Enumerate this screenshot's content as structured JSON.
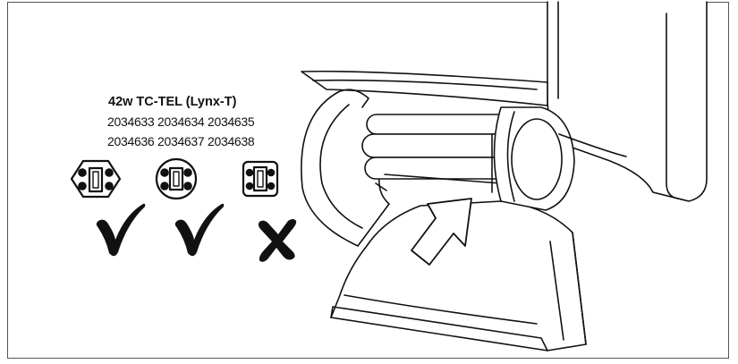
{
  "lamp": {
    "title": "42w TC-TEL (Lynx-T)",
    "part_numbers": [
      [
        "2034633",
        "2034634",
        "2034635"
      ],
      [
        "2034636",
        "2034637",
        "2034638"
      ]
    ],
    "part_rows": {
      "row1": "2034633 2034634 2034635",
      "row2": "2034636 2034637 2034638"
    }
  },
  "base_types": [
    {
      "icon": "hexagon-4-pin-base-icon",
      "compatible": true,
      "mark": "check-mark-icon"
    },
    {
      "icon": "round-4-pin-base-icon",
      "compatible": true,
      "mark": "check-mark-icon"
    },
    {
      "icon": "square-4-pin-base-icon",
      "compatible": false,
      "mark": "cross-mark-icon"
    }
  ],
  "instruction": {
    "arrow": "insert-direction-arrow-icon"
  },
  "colors": {
    "line": "#111111",
    "background": "#ffffff"
  }
}
